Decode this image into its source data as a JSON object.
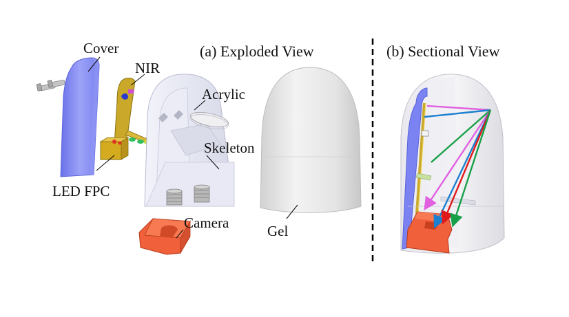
{
  "titles": {
    "exploded": "(a) Exploded View",
    "sectional": "(b) Sectional View"
  },
  "labels": {
    "cover": "Cover",
    "nir": "NIR",
    "acrylic": "Acrylic",
    "skeleton": "Skeleton",
    "led_fpc": "LED FPC",
    "camera": "Camera",
    "gel": "Gel"
  },
  "colors": {
    "cover": "#7b83f2",
    "fpc": "#c9a82a",
    "camera": "#f0603a",
    "skeleton": "#e4e6f2",
    "gel": "#e2e2e2",
    "ray_magenta": "#e060e0",
    "ray_blue": "#1c7fd0",
    "ray_red": "#e01a1a",
    "ray_green": "#18a048",
    "divider": "#000000"
  }
}
